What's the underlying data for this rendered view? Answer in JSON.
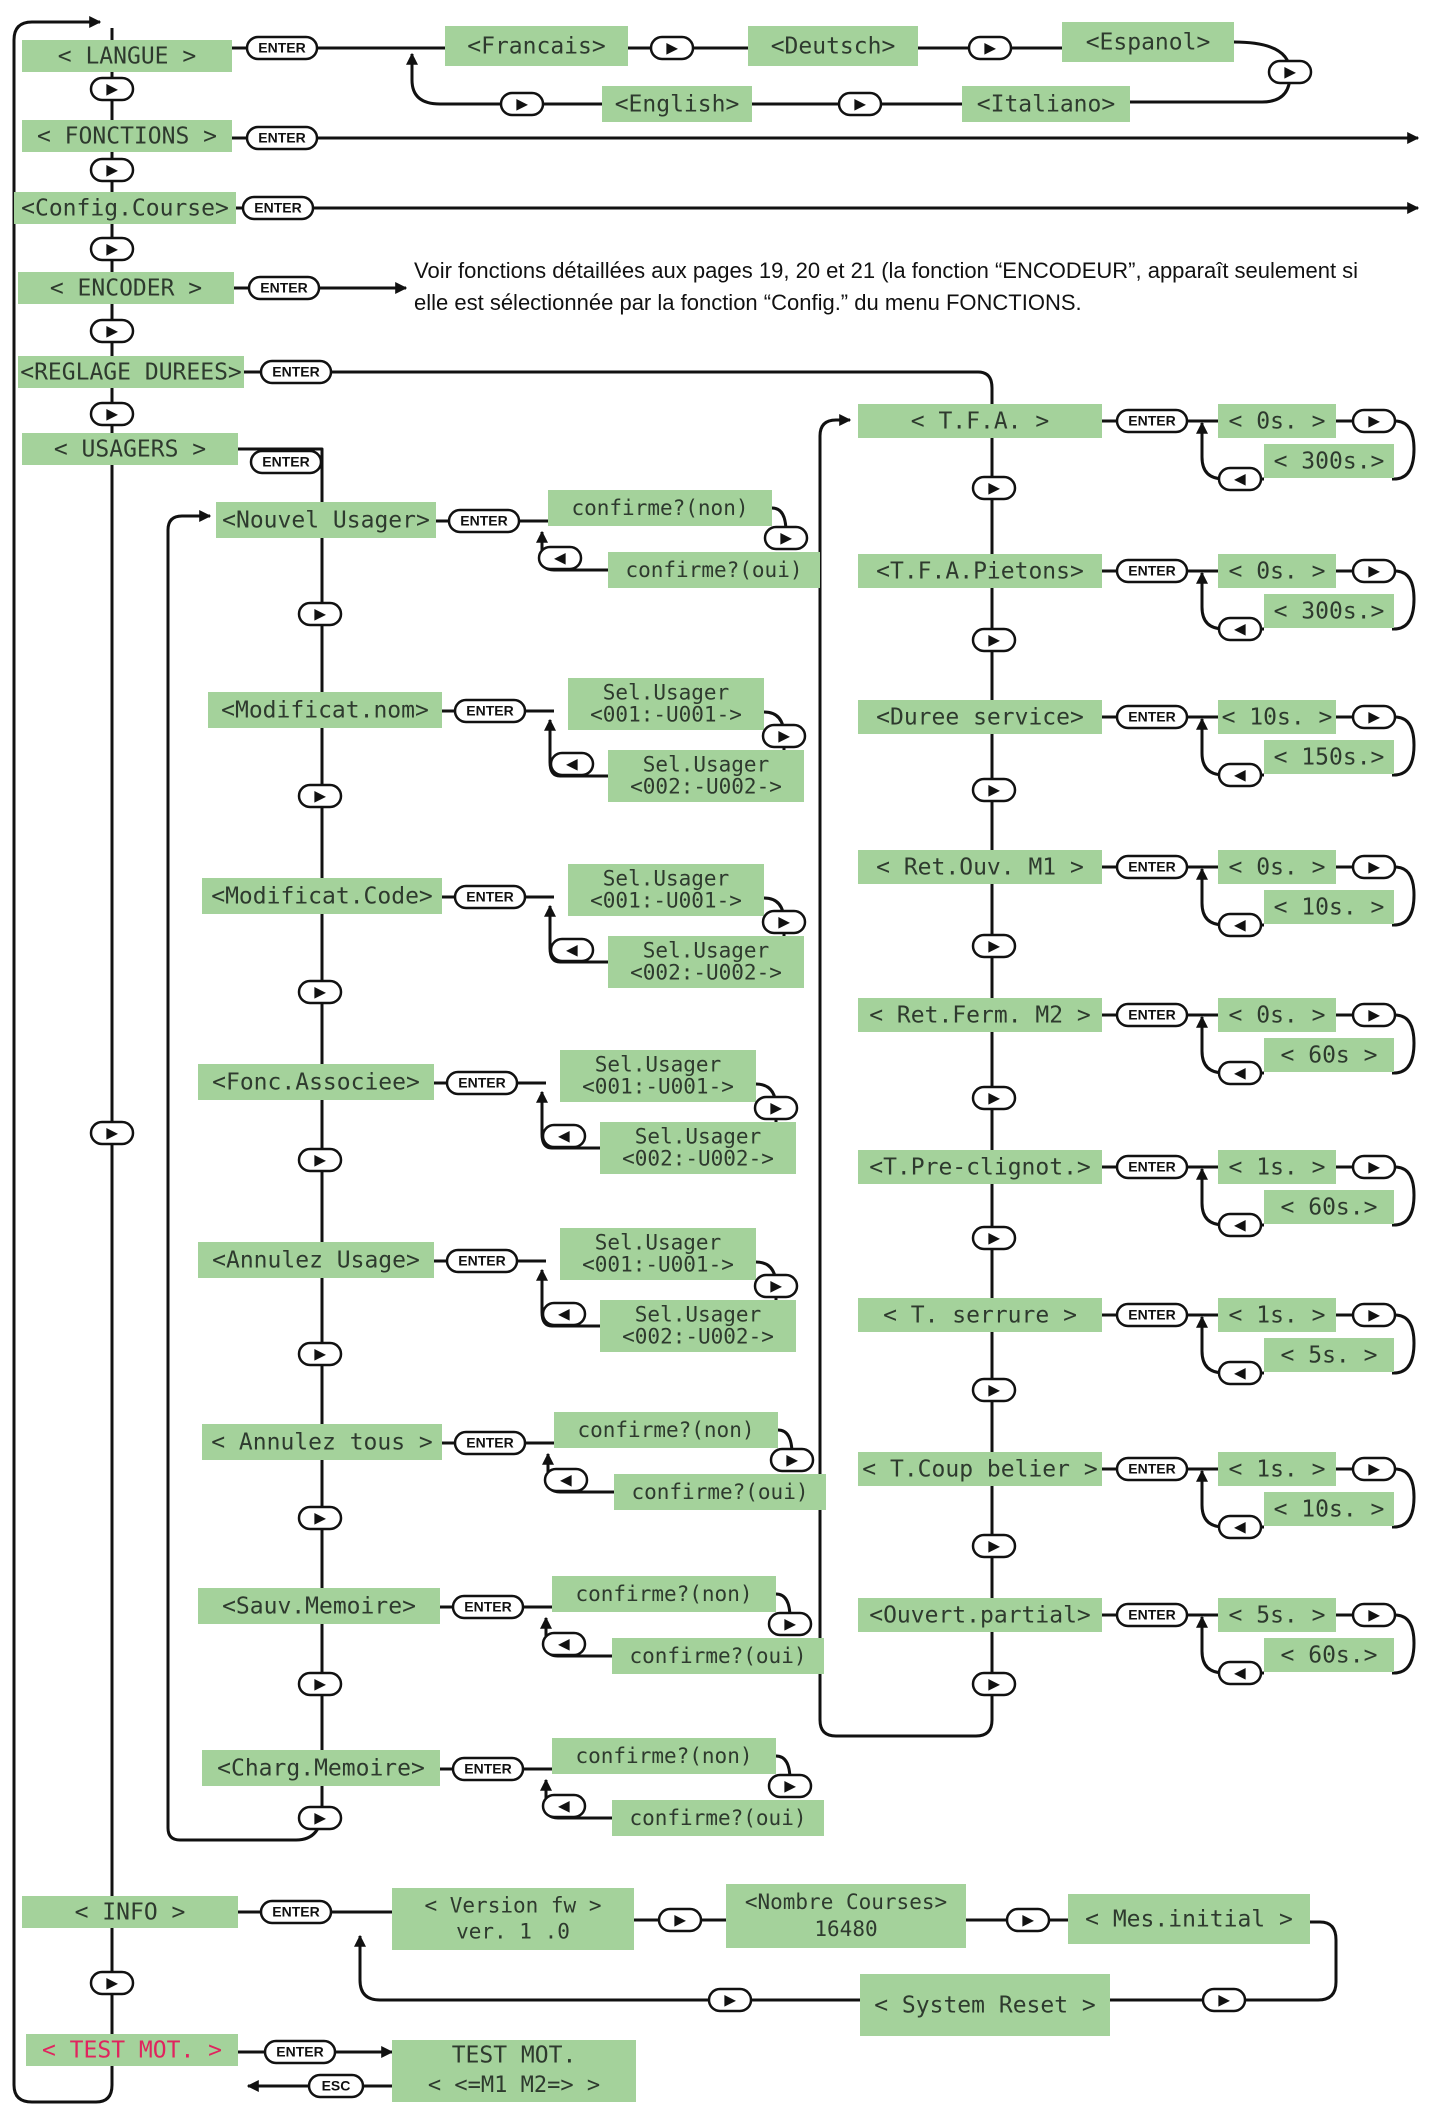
{
  "buttons": {
    "enter": "ENTER",
    "esc": "ESC",
    "next": "▶",
    "back": "◀"
  },
  "colors": {
    "lcd": "#a4d29b",
    "line": "#111111",
    "highlight": "#e0245e"
  },
  "note": {
    "line1": "Voir fonctions détaillées aux pages 19, 20 et 21 (la fonction “ENCODEUR”, apparaît seulement si",
    "line2": "elle est sélectionnée par la fonction “Config.” du menu FONCTIONS."
  },
  "menu": {
    "langue": "< LANGUE >",
    "fonctions": "< FONCTIONS >",
    "config_course": "<Config.Course>",
    "encoder": "< ENCODER >",
    "reglage_durees": "<REGLAGE DUREES>",
    "usagers": "< USAGERS >",
    "info": "< INFO >",
    "test_mot": "< TEST MOT. >"
  },
  "langues": {
    "francais": "<Francais>",
    "deutsch": "<Deutsch>",
    "espanol": "<Espanol>",
    "english": "<English>",
    "italiano": "<Italiano>"
  },
  "usagers": {
    "nouvel": {
      "label": "<Nouvel Usager>",
      "top": "confirme?(non)",
      "bottom": "confirme?(oui)"
    },
    "modif_nom": {
      "label": "<Modificat.nom>",
      "top1": "Sel.Usager",
      "top2": "<001:-U001->",
      "bot1": "Sel.Usager",
      "bot2": "<002:-U002->"
    },
    "modif_code": {
      "label": "<Modificat.Code>",
      "top1": "Sel.Usager",
      "top2": "<001:-U001->",
      "bot1": "Sel.Usager",
      "bot2": "<002:-U002->"
    },
    "fonc_assoc": {
      "label": "<Fonc.Associee>",
      "top1": "Sel.Usager",
      "top2": "<001:-U001->",
      "bot1": "Sel.Usager",
      "bot2": "<002:-U002->"
    },
    "annulez_usage": {
      "label": "<Annulez Usage>",
      "top1": "Sel.Usager",
      "top2": "<001:-U001->",
      "bot1": "Sel.Usager",
      "bot2": "<002:-U002->"
    },
    "annulez_tous": {
      "label": "< Annulez tous >",
      "top": "confirme?(non)",
      "bottom": "confirme?(oui)"
    },
    "sauv_memoire": {
      "label": "<Sauv.Memoire>",
      "top": "confirme?(non)",
      "bottom": "confirme?(oui)"
    },
    "charg_memoire": {
      "label": "<Charg.Memoire>",
      "top": "confirme?(non)",
      "bottom": "confirme?(oui)"
    }
  },
  "reglages": [
    {
      "label": "< T.F.A. >",
      "min": "< 0s. >",
      "max": "< 300s.>"
    },
    {
      "label": "<T.F.A.Pietons>",
      "min": "< 0s. >",
      "max": "< 300s.>"
    },
    {
      "label": "<Duree service>",
      "min": "< 10s. >",
      "max": "< 150s.>"
    },
    {
      "label": "< Ret.Ouv. M1 >",
      "min": "< 0s. >",
      "max": "< 10s. >"
    },
    {
      "label": "< Ret.Ferm. M2 >",
      "min": "< 0s. >",
      "max": "< 60s >"
    },
    {
      "label": "<T.Pre-clignot.>",
      "min": "< 1s. >",
      "max": "< 60s.>"
    },
    {
      "label": "< T. serrure >",
      "min": "< 1s. >",
      "max": "< 5s. >"
    },
    {
      "label": "< T.Coup belier >",
      "min": "< 1s. >",
      "max": "< 10s. >"
    },
    {
      "label": "<Ouvert.partial>",
      "min": "< 5s. >",
      "max": "< 60s.>"
    }
  ],
  "info": {
    "version_title": "< Version fw >",
    "version_value": "ver. 1 .0",
    "courses_title": "<Nombre Courses>",
    "courses_value": "16480",
    "mes_initial": "< Mes.initial >",
    "system_reset": "< System Reset >"
  },
  "test": {
    "title": "TEST MOT.",
    "controls": "<   <=M1  M2=>   >"
  }
}
